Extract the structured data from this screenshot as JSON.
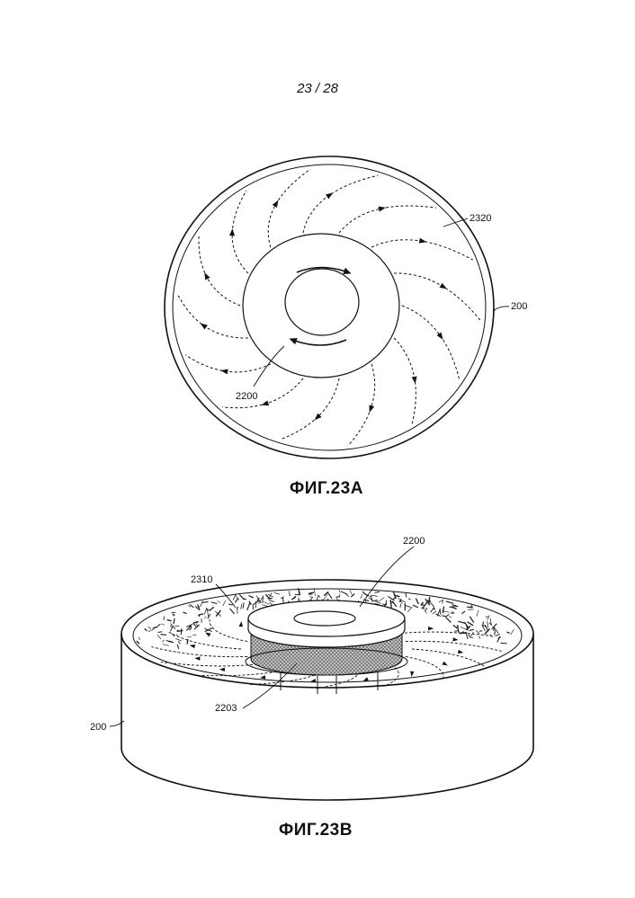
{
  "page_number": "23 / 28",
  "figures": [
    {
      "caption": "ФИГ.23A",
      "labels": {
        "vessel": "200",
        "flow": "2320",
        "impeller": "2200"
      }
    },
    {
      "caption": "ФИГ.23B",
      "labels": {
        "vessel": "200",
        "particles": "2310",
        "impeller": "2200",
        "screen": "2203"
      }
    }
  ],
  "colors": {
    "line": "#111111",
    "paper": "#ffffff",
    "mesh": "#8a8a8a"
  }
}
